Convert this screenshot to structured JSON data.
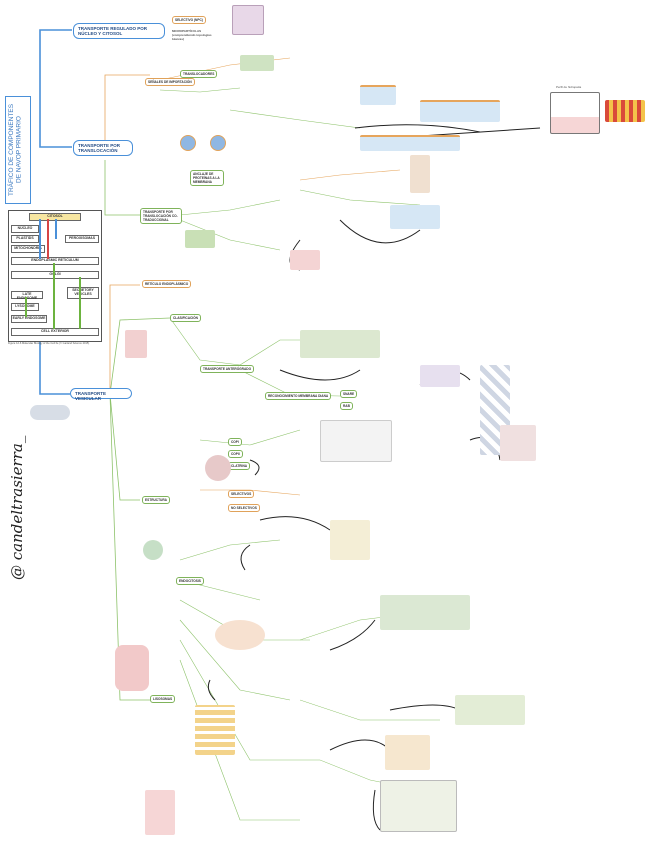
{
  "main_title": "TRÁFICO DE COMPONENTES DE NAVOP PRIMARIO",
  "author_handle": "@ candeltrasierra_",
  "top_branches": {
    "regulated": "TRANSPORTE REGULADO POR NÚCLEO Y CITOSOL",
    "translocation": "TRANSPORTE POR TRANSLOCACIÓN",
    "vesicular": "TRANSPORTE VESICULAR"
  },
  "cell_diagram": {
    "header": "CITOSOL",
    "rows": [
      "NÚCLEO",
      "PLASTIDS",
      "PEROXISOMAS",
      "MITOCHONDRIA",
      "ENDOPLASMIC RETICULUM",
      "GOLGI",
      "LATE ENDOSOME",
      "SECRETORY VESICLES",
      "LYSOSOME",
      "EARLY ENDOSOME",
      "CELL EXTERIOR"
    ],
    "caption": "Figure 12-6 Molecular Biology of the Cell 6e (© Garland Science 2015)"
  },
  "regulated_tags": [
    "SELECTIVO (NPC)",
    "MICROPARTÍCULAS (comprendiendo topologías básicas)"
  ],
  "translocation_tags": [
    "SEÑALES DE IMPORTACIÓN",
    "TRANSLOCADORES",
    "TRANSPORTE POR TRANSLOCACIÓN CO-TRADUCCIONAL",
    "ANCLAJE DE PROTEÍNAS A LA MEMBRANA",
    "RETÍCULO ENDOPLÁSMICO"
  ],
  "vesicular_tags": [
    "CLASIFICACIÓN",
    "ESTRUCTURA",
    "LISOSOMAS",
    "ENDOCITOSIS",
    "SELECTIVOS",
    "NO SELECTIVOS",
    "TRANSPORTE ANTERÓGRADO",
    "RECONOCIMIENTO MEMBRANA DIANA",
    "SNARE",
    "RAB",
    "COPI",
    "COPII",
    "CLATRINA"
  ],
  "plot_label": "Perfil de hidropatía",
  "colors": {
    "accent_blue": "#4a90d9",
    "green_line": "#8dc26a",
    "orange_line": "#e6a55c",
    "black_arrow": "#222222"
  }
}
